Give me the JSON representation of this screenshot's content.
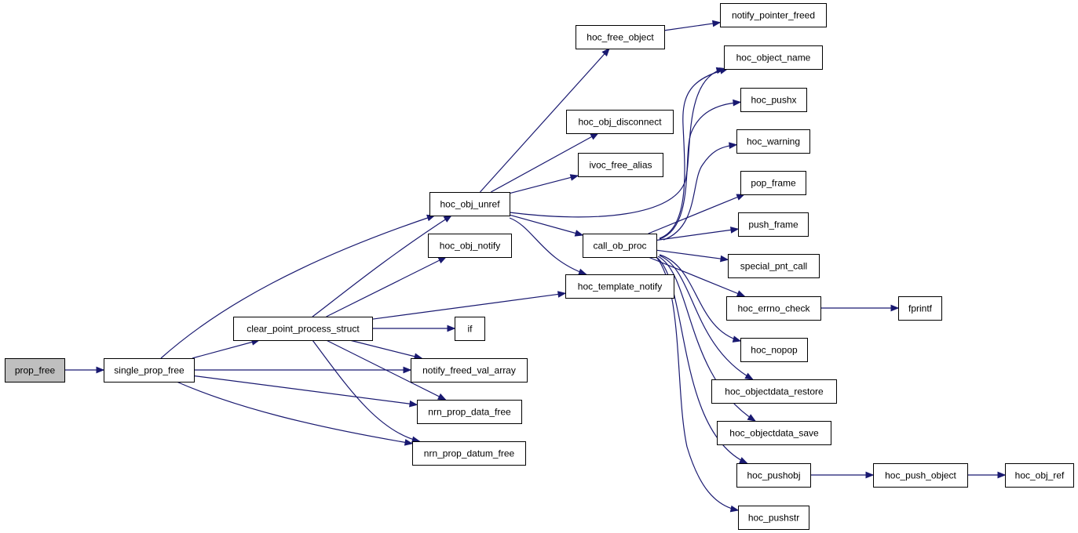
{
  "diagram": {
    "type": "call-graph",
    "edge_color": "#191970",
    "root_fill": "#bfbfbf",
    "nodes": [
      {
        "id": "prop_free",
        "label": "prop_free",
        "root": true
      },
      {
        "id": "single_prop_free",
        "label": "single_prop_free"
      },
      {
        "id": "clear_point_process_struct",
        "label": "clear_point_process_struct"
      },
      {
        "id": "hoc_obj_unref",
        "label": "hoc_obj_unref"
      },
      {
        "id": "hoc_obj_notify",
        "label": "hoc_obj_notify"
      },
      {
        "id": "if",
        "label": "if"
      },
      {
        "id": "notify_freed_val_array",
        "label": "notify_freed_val_array"
      },
      {
        "id": "nrn_prop_data_free",
        "label": "nrn_prop_data_free"
      },
      {
        "id": "nrn_prop_datum_free",
        "label": "nrn_prop_datum_free"
      },
      {
        "id": "hoc_free_object",
        "label": "hoc_free_object"
      },
      {
        "id": "hoc_obj_disconnect",
        "label": "hoc_obj_disconnect"
      },
      {
        "id": "ivoc_free_alias",
        "label": "ivoc_free_alias"
      },
      {
        "id": "call_ob_proc",
        "label": "call_ob_proc"
      },
      {
        "id": "hoc_template_notify",
        "label": "hoc_template_notify"
      },
      {
        "id": "notify_pointer_freed",
        "label": "notify_pointer_freed"
      },
      {
        "id": "hoc_object_name",
        "label": "hoc_object_name"
      },
      {
        "id": "hoc_pushx",
        "label": "hoc_pushx"
      },
      {
        "id": "hoc_warning",
        "label": "hoc_warning"
      },
      {
        "id": "pop_frame",
        "label": "pop_frame"
      },
      {
        "id": "push_frame",
        "label": "push_frame"
      },
      {
        "id": "special_pnt_call",
        "label": "special_pnt_call"
      },
      {
        "id": "hoc_errno_check",
        "label": "hoc_errno_check"
      },
      {
        "id": "hoc_nopop",
        "label": "hoc_nopop"
      },
      {
        "id": "hoc_objectdata_restore",
        "label": "hoc_objectdata_restore"
      },
      {
        "id": "hoc_objectdata_save",
        "label": "hoc_objectdata_save"
      },
      {
        "id": "hoc_pushobj",
        "label": "hoc_pushobj"
      },
      {
        "id": "hoc_pushstr",
        "label": "hoc_pushstr"
      },
      {
        "id": "fprintf",
        "label": "fprintf"
      },
      {
        "id": "hoc_push_object",
        "label": "hoc_push_object"
      },
      {
        "id": "hoc_obj_ref",
        "label": "hoc_obj_ref"
      }
    ],
    "edges": [
      {
        "from": "prop_free",
        "to": "single_prop_free"
      },
      {
        "from": "single_prop_free",
        "to": "clear_point_process_struct"
      },
      {
        "from": "single_prop_free",
        "to": "hoc_obj_unref"
      },
      {
        "from": "single_prop_free",
        "to": "notify_freed_val_array"
      },
      {
        "from": "single_prop_free",
        "to": "nrn_prop_data_free"
      },
      {
        "from": "single_prop_free",
        "to": "nrn_prop_datum_free"
      },
      {
        "from": "clear_point_process_struct",
        "to": "hoc_obj_unref"
      },
      {
        "from": "clear_point_process_struct",
        "to": "hoc_obj_notify"
      },
      {
        "from": "clear_point_process_struct",
        "to": "hoc_template_notify"
      },
      {
        "from": "clear_point_process_struct",
        "to": "if"
      },
      {
        "from": "clear_point_process_struct",
        "to": "notify_freed_val_array"
      },
      {
        "from": "clear_point_process_struct",
        "to": "nrn_prop_data_free"
      },
      {
        "from": "clear_point_process_struct",
        "to": "nrn_prop_datum_free"
      },
      {
        "from": "hoc_obj_unref",
        "to": "hoc_free_object"
      },
      {
        "from": "hoc_obj_unref",
        "to": "hoc_obj_disconnect"
      },
      {
        "from": "hoc_obj_unref",
        "to": "ivoc_free_alias"
      },
      {
        "from": "hoc_obj_unref",
        "to": "hoc_object_name"
      },
      {
        "from": "hoc_obj_unref",
        "to": "call_ob_proc"
      },
      {
        "from": "hoc_obj_unref",
        "to": "hoc_template_notify"
      },
      {
        "from": "hoc_free_object",
        "to": "notify_pointer_freed"
      },
      {
        "from": "call_ob_proc",
        "to": "hoc_object_name"
      },
      {
        "from": "call_ob_proc",
        "to": "hoc_pushx"
      },
      {
        "from": "call_ob_proc",
        "to": "hoc_warning"
      },
      {
        "from": "call_ob_proc",
        "to": "pop_frame"
      },
      {
        "from": "call_ob_proc",
        "to": "push_frame"
      },
      {
        "from": "call_ob_proc",
        "to": "special_pnt_call"
      },
      {
        "from": "call_ob_proc",
        "to": "hoc_errno_check"
      },
      {
        "from": "call_ob_proc",
        "to": "hoc_nopop"
      },
      {
        "from": "call_ob_proc",
        "to": "hoc_objectdata_restore"
      },
      {
        "from": "call_ob_proc",
        "to": "hoc_objectdata_save"
      },
      {
        "from": "call_ob_proc",
        "to": "hoc_pushobj"
      },
      {
        "from": "call_ob_proc",
        "to": "hoc_pushstr"
      },
      {
        "from": "hoc_errno_check",
        "to": "fprintf"
      },
      {
        "from": "hoc_pushobj",
        "to": "hoc_push_object"
      },
      {
        "from": "hoc_push_object",
        "to": "hoc_obj_ref"
      }
    ]
  }
}
